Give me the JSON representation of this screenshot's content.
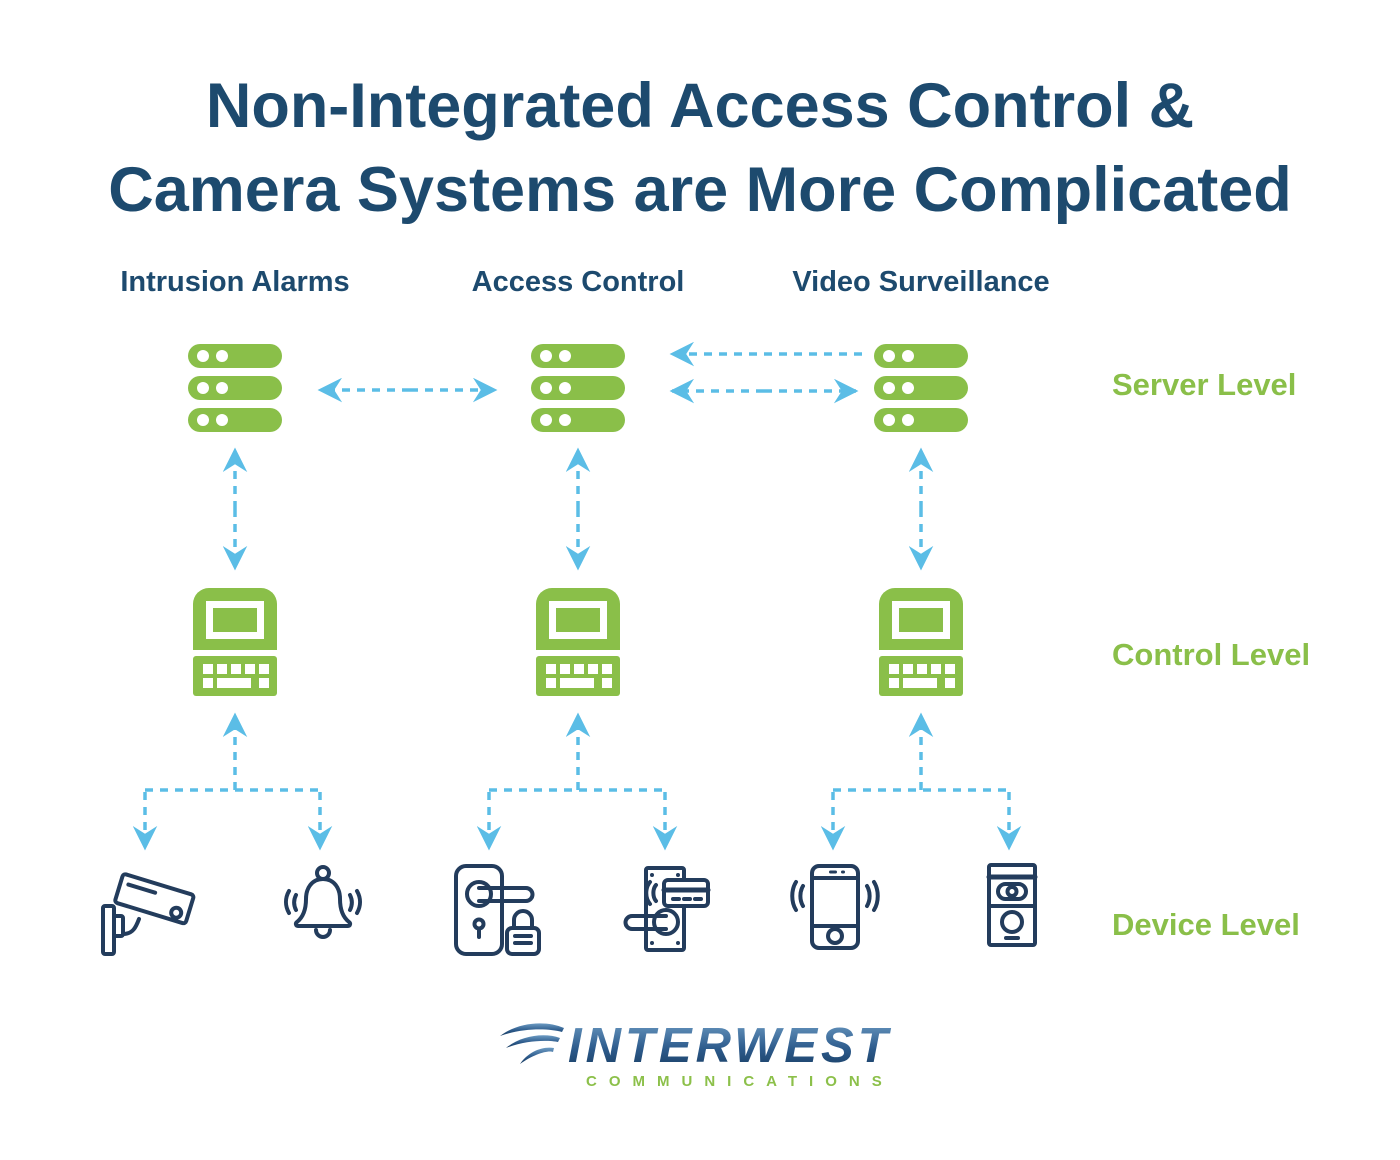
{
  "title": {
    "line1": "Non-Integrated Access Control &",
    "line2": "Camera Systems are More Complicated"
  },
  "columns": [
    {
      "label": "Intrusion Alarms",
      "devices": [
        "cctv-camera",
        "alarm-bell"
      ]
    },
    {
      "label": "Access Control",
      "devices": [
        "door-lock-handle",
        "card-reader-handle"
      ]
    },
    {
      "label": "Video Surveillance",
      "devices": [
        "smartphone",
        "video-doorbell"
      ]
    }
  ],
  "levels": {
    "server": "Server Level",
    "control": "Control Level",
    "device": "Device Level"
  },
  "logo": {
    "brand": "INTERWEST",
    "tagline": "COMMUNICATIONS"
  },
  "colors": {
    "title_navy": "#1d4a6e",
    "green": "#8abf49",
    "arrow_blue": "#5bbde6",
    "device_navy": "#233c5c",
    "logo_green": "#8cc04a",
    "logo_blue_light": "#6d9cc4",
    "logo_blue_mid": "#2d5b8c",
    "logo_blue_dark": "#173a5e"
  }
}
